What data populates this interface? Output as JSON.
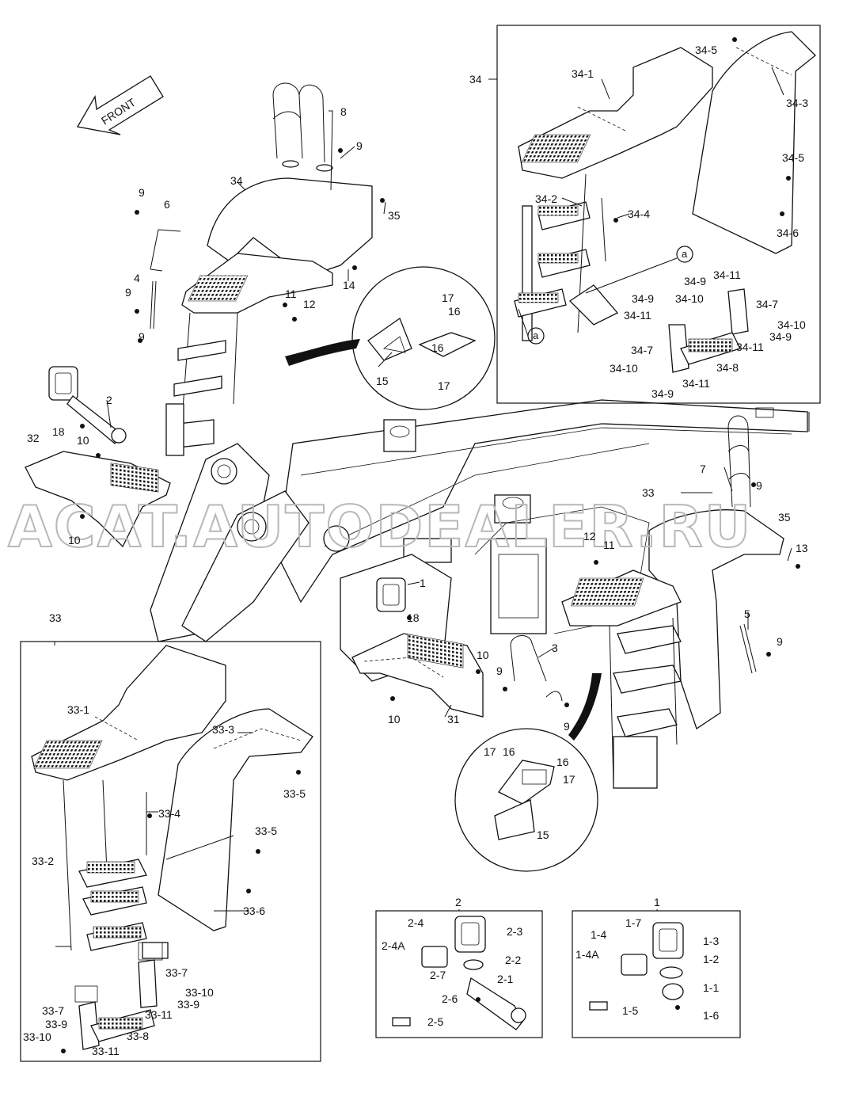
{
  "front_arrow": {
    "text": "FRONT"
  },
  "watermark": {
    "text": "ACAT.AUTODEALER.RU"
  },
  "detail_refs": {
    "a_top": "a",
    "a_bottom": "a"
  },
  "labels": {
    "main": [
      "8",
      "9",
      "34",
      "35",
      "9",
      "6",
      "14",
      "4",
      "11",
      "12",
      "9",
      "9",
      "17",
      "16",
      "16",
      "15",
      "17",
      "2",
      "18",
      "10",
      "32",
      "10",
      "33",
      "7",
      "9",
      "35",
      "13",
      "12",
      "11",
      "1",
      "18",
      "5",
      "9",
      "3",
      "10",
      "9",
      "9",
      "31",
      "10",
      "17",
      "16",
      "16",
      "17",
      "15"
    ],
    "box34": [
      "34",
      "34-5",
      "34-1",
      "34-3",
      "34-5",
      "34-2",
      "34-4",
      "34-6",
      "34-9",
      "34-11",
      "34-9",
      "34-10",
      "34-7",
      "34-11",
      "34-10",
      "34-9",
      "34-11",
      "34-7",
      "34-8",
      "34-10",
      "34-11",
      "34-9"
    ],
    "box33": [
      "33",
      "33-1",
      "33-3",
      "33-5",
      "33-4",
      "33-5",
      "33-2",
      "33-6",
      "33-7",
      "33-10",
      "33-9",
      "33-7",
      "33-11",
      "33-9",
      "33-8",
      "33-10",
      "33-11"
    ],
    "box2": [
      "2",
      "2-4",
      "2-3",
      "2-4A",
      "2-2",
      "2-7",
      "2-1",
      "2-6",
      "2-5"
    ],
    "box1": [
      "1",
      "1-7",
      "1-4",
      "1-3",
      "1-4A",
      "1-2",
      "1-1",
      "1-5",
      "1-6"
    ]
  },
  "icons": {
    "front-arrow": "arrow-left-up",
    "detail-circle": "magnifier"
  }
}
